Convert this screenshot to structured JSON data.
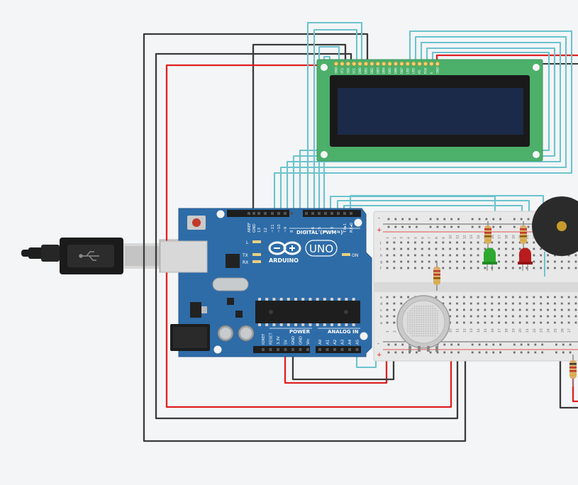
{
  "colors": {
    "background": "#f3f5f7",
    "wire_black": "#3a3a3a",
    "wire_red": "#e02020",
    "wire_cyan": "#6cc3cd",
    "arduino_blue": "#2e6ca8",
    "lcd_green": "#4caf6a",
    "lcd_screen": "#1b2a48",
    "breadboard": "#e8e8e8",
    "led_green": "#2fa82f",
    "led_red": "#b81c1c",
    "buzzer": "#2b2b2b"
  },
  "arduino": {
    "brand": "ARDUINO",
    "model": "UNO",
    "digital_header_label": "DIGITAL (PWM~)",
    "power_label": "POWER",
    "analog_label": "ANALOG IN",
    "on_label": "ON",
    "l_label": "L",
    "tx_label": "TX",
    "rx_label": "RX",
    "digital_pins": [
      "AREF",
      "GND",
      "13",
      "12",
      "~11",
      "~10",
      "~9",
      "8",
      "7",
      "~6",
      "~5",
      "4",
      "~3",
      "2",
      "TX▸1",
      "RX◂0"
    ],
    "power_pins": [
      "IOREF",
      "RESET",
      "3.3V",
      "5V",
      "GND",
      "GND",
      "Vin"
    ],
    "analog_pins": [
      "A0",
      "A1",
      "A2",
      "A3",
      "A4",
      "A5"
    ]
  },
  "lcd": {
    "pin_labels": [
      "GND",
      "VCC",
      "SDA",
      "SCL",
      "DB0",
      "DB1",
      "DB2",
      "DB3",
      "DB4",
      "DB5",
      "DB6",
      "DB7",
      "LED",
      "LED",
      "RS",
      "R/W",
      "E",
      "GND"
    ]
  },
  "breadboard": {
    "rail_labels": [
      "-",
      "+"
    ],
    "row_letters_top": [
      "j",
      "i",
      "h",
      "g",
      "f"
    ],
    "row_letters_bottom": [
      "e",
      "d",
      "c",
      "b",
      "a"
    ],
    "column_numbers": [
      "1",
      "2",
      "3",
      "4",
      "5",
      "6",
      "7",
      "8",
      "9",
      "10",
      "11",
      "12",
      "13",
      "14",
      "15",
      "16",
      "17",
      "18",
      "19",
      "20",
      "21",
      "22",
      "23",
      "24",
      "25",
      "26",
      "27"
    ]
  },
  "components": {
    "usb_cable": "usb-cable",
    "gas_sensor": "gas-sensor",
    "buzzer": "piezo-buzzer",
    "led_green": "green-led",
    "led_red": "red-led"
  }
}
